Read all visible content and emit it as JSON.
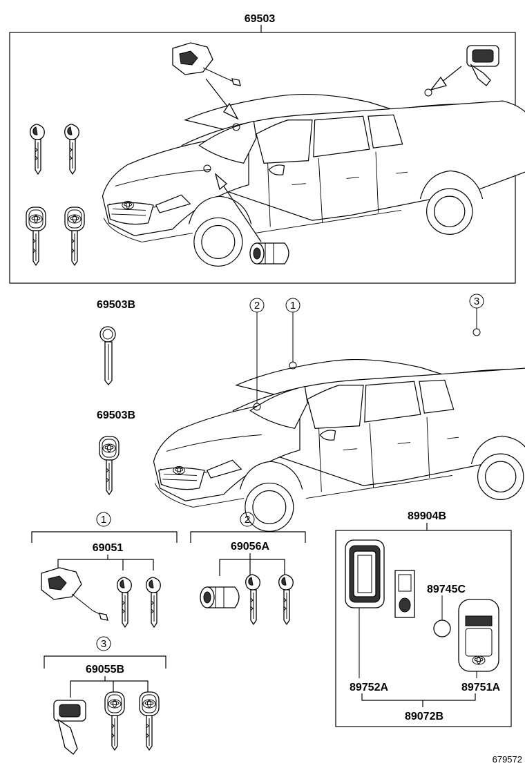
{
  "parts": {
    "p69503": "69503",
    "p69503B_a": "69503B",
    "p69503B_b": "69503B",
    "p69051": "69051",
    "p69056A": "69056A",
    "p69055B": "69055B",
    "p89904B": "89904B",
    "p89745C": "89745C",
    "p89752A": "89752A",
    "p89751A": "89751A",
    "p89072B": "89072B"
  },
  "callouts": {
    "c1_truck": "1",
    "c2_truck": "2",
    "c3_truck": "3",
    "c1_group": "1",
    "c2_group": "2",
    "c3_group": "3"
  },
  "figure_id": "679572"
}
